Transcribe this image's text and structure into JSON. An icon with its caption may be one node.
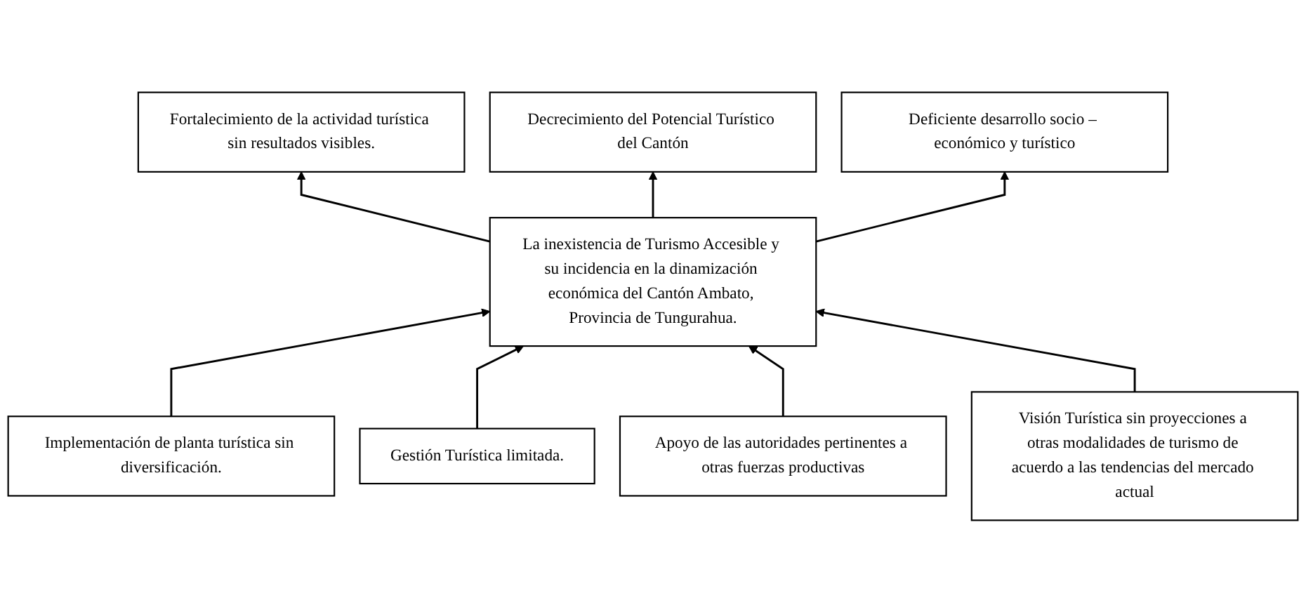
{
  "diagram": {
    "nodes": [
      {
        "text": [
          "Fortalecimiento de la actividad turística sin resultados visibles."
        ]
      },
      {
        "text": [
          "Decrecimiento del Potencial Turístico del Cantón"
        ]
      },
      {
        "text": [
          "Deficiente desarrollo socio – económico y turístico"
        ]
      },
      {
        "text": [
          "La inexistencia de Turismo Accesible y su incidencia en la dinamización económica del Cantón Ambato, Provincia de Tungurahua."
        ]
      },
      {
        "text": [
          "Implementación de planta turística sin diversificación."
        ]
      },
      {
        "text": [
          "Gestión Turística limitada."
        ]
      },
      {
        "text": [
          "Apoyo de las autoridades pertinentes a otras fuerzas productivas"
        ]
      },
      {
        "text": [
          "Visión Turística sin proyecciones a otras modalidades de turismo de acuerdo a las tendencias del mercado actual"
        ]
      }
    ],
    "edges": [
      {
        "from": 3,
        "to": 0,
        "arrow": "to"
      },
      {
        "from": 3,
        "to": 1,
        "arrow": "to"
      },
      {
        "from": 3,
        "to": 2,
        "arrow": "to"
      },
      {
        "from": 4,
        "to": 3,
        "arrow": "to"
      },
      {
        "from": 5,
        "to": 3,
        "arrow": "to"
      },
      {
        "from": 6,
        "to": 3,
        "arrow": "to"
      },
      {
        "from": 7,
        "to": 3,
        "arrow": "to"
      }
    ]
  }
}
